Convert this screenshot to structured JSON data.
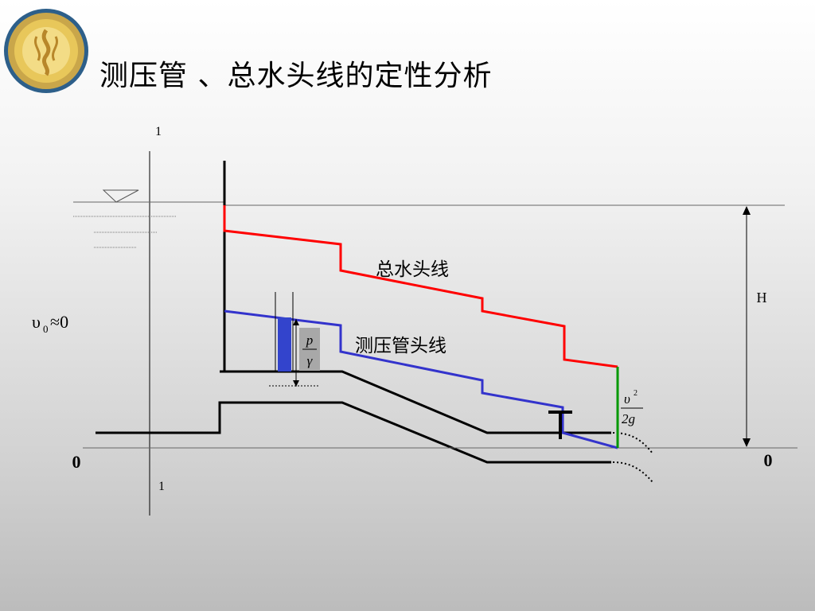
{
  "title": "测压管 、总水头线的定性分析",
  "labels": {
    "section_top": "1",
    "section_bottom": "1",
    "velocity_v": "υ",
    "velocity_sub": "0",
    "velocity_approx": "≈0",
    "total_head_line": "总水头线",
    "piezometric_head_line": "测压管头线",
    "head_H": "H",
    "datum_left": "0",
    "datum_right": "0",
    "pressure_p": "p",
    "pressure_gamma": "γ",
    "velocity_head_num": "υ",
    "velocity_head_exp": "2",
    "velocity_head_den": "2g"
  },
  "colors": {
    "total_head_line": "#ff0000",
    "piezometric_line": "#3333cc",
    "velocity_head_segment": "#009900",
    "pipe": "#000000",
    "piezometer_fill": "#3344cc",
    "pressure_box": "#a8a8a8"
  }
}
